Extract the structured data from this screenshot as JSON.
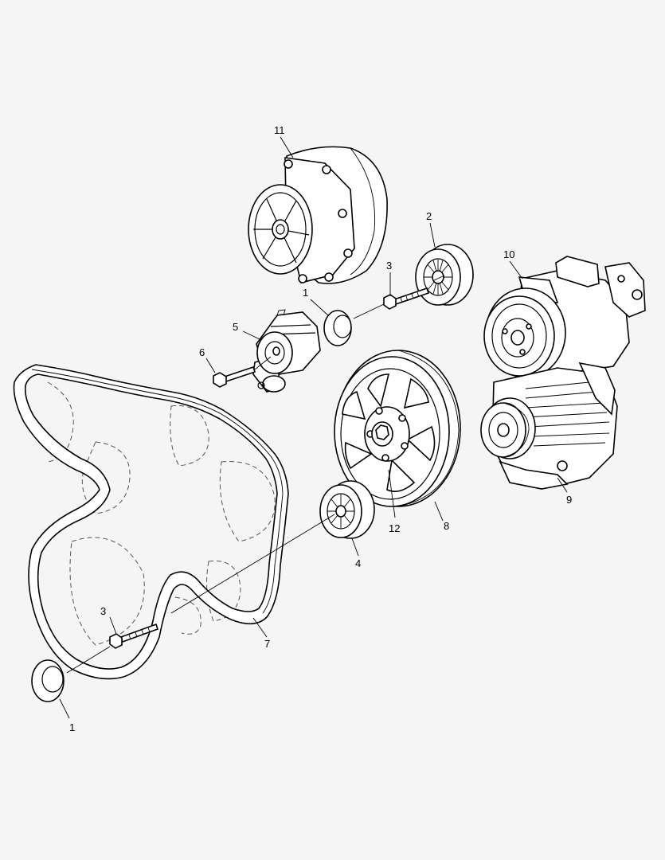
{
  "diagram": {
    "callouts": {
      "c11": "11",
      "c2": "2",
      "c3a": "3",
      "c1a": "1",
      "c10": "10",
      "c5": "5",
      "c6": "6",
      "c12": "12",
      "c8": "8",
      "c9": "9",
      "c4": "4",
      "c3b": "3",
      "c7": "7",
      "c1b": "1"
    },
    "line_color": "#000000",
    "background": "#f5f5f5"
  }
}
